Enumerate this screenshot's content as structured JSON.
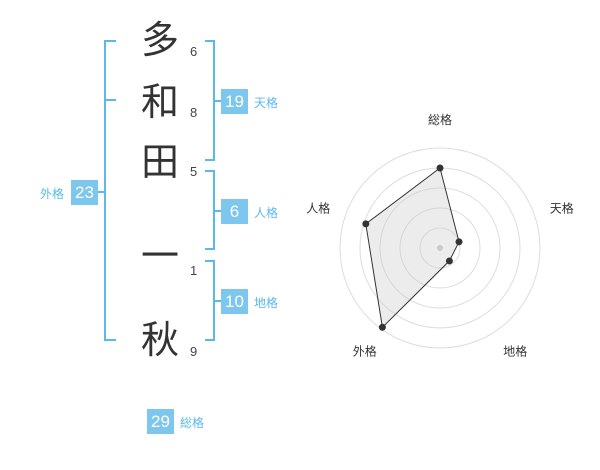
{
  "name_chars": [
    {
      "char": "多",
      "strokes": "6"
    },
    {
      "char": "和",
      "strokes": "8"
    },
    {
      "char": "田",
      "strokes": "5"
    },
    {
      "char": "一",
      "strokes": "1"
    },
    {
      "char": "秋",
      "strokes": "9"
    }
  ],
  "kakaku": {
    "tenkaku": {
      "value": "19",
      "label": "天格"
    },
    "jinkaku": {
      "value": "6",
      "label": "人格"
    },
    "chikaku": {
      "value": "10",
      "label": "地格"
    },
    "gaikaku": {
      "value": "23",
      "label": "外格"
    },
    "soukaku": {
      "value": "29",
      "label": "総格"
    }
  },
  "colors": {
    "accent": "#7dc6ee",
    "line": "#5bb8ea",
    "text": "#333333"
  },
  "chart_data": {
    "type": "radar",
    "axes": [
      "総格",
      "天格",
      "地格",
      "外格",
      "人格"
    ],
    "values": [
      0.8,
      0.2,
      0.16,
      0.98,
      0.78
    ],
    "range": [
      0,
      1
    ],
    "rings": 5,
    "grid": true
  }
}
